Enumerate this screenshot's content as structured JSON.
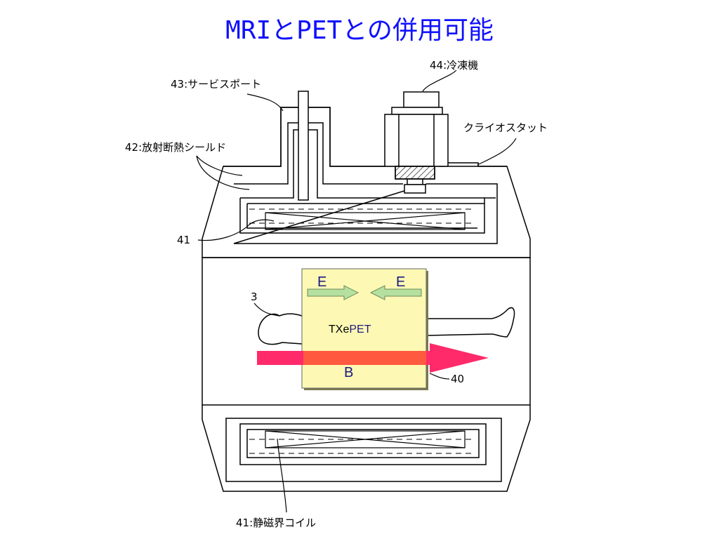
{
  "title": "MRIとPETとの併用可能",
  "labels": {
    "service_port": "43:サービスポート",
    "refrigerator": "44:冷凍機",
    "cryostat": "クライオスタット",
    "shield": "42:放射断熱シールド",
    "coil_upper": "41",
    "coil_lower": "41:静磁界コイル",
    "patient": "3",
    "pet_ring": "40",
    "e_left": "E",
    "e_right": "E",
    "txe": "TXe",
    "pet": "PET",
    "field": "B"
  },
  "colors": {
    "title": "#1010ff",
    "pet_box": "#fdf8b4",
    "e_arrow": "#b6e0a0",
    "b_arrow": "#ff2a6a"
  }
}
